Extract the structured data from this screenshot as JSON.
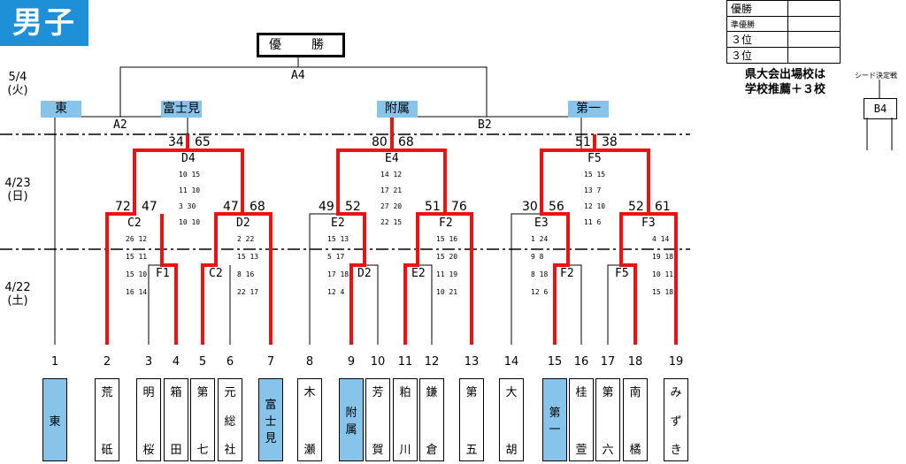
{
  "header": {
    "gender": "男子",
    "champion_label": "優　勝"
  },
  "results_table": {
    "rows": [
      "優勝",
      "準優勝",
      "３位",
      "３位"
    ]
  },
  "note": {
    "line1": "県大会出場校は",
    "line2": "学校推薦＋３校"
  },
  "seed_decision": {
    "label": "シード決定戦",
    "game": "B4"
  },
  "dates": [
    {
      "day": "5/4",
      "weekday": "(火)"
    },
    {
      "day": "4/23",
      "weekday": "(日)"
    },
    {
      "day": "4/22",
      "weekday": "(土)"
    }
  ],
  "seeds": [
    "東",
    "富士見",
    "附属",
    "第一"
  ],
  "games": {
    "A4": "A4",
    "A2": "A2",
    "B2": "B2",
    "D4": "D4",
    "E4": "E4",
    "F5": "F5",
    "C2a": "C2",
    "D2": "D2",
    "E2a": "E2",
    "F2a": "F2",
    "E3": "E3",
    "F3": "F3",
    "F1": "F1",
    "C2b": "C2",
    "D2b": "D2",
    "E2b": "E2",
    "F2b": "F2",
    "F5b": "F5"
  },
  "scores": {
    "d4l": "34",
    "d4r": "65",
    "e4l": "80",
    "e4r": "68",
    "f5l": "51",
    "f5r": "38",
    "c2l": "72",
    "c2r": "47",
    "d2l": "47",
    "d2r": "68",
    "e2l": "49",
    "e2r": "52",
    "f2l": "51",
    "f2r": "76",
    "e3l": "30",
    "e3r": "56",
    "f3l": "52",
    "f3r": "61"
  },
  "periods": {
    "d4": [
      "10 15",
      "11 10",
      "3 30",
      "10 10"
    ],
    "e4": [
      "14 12",
      "17 21",
      "27 20",
      "22 15"
    ],
    "f5": [
      "15 15",
      "13 7",
      "12 10",
      "11 6"
    ],
    "c2": [
      "26 12",
      "15 11",
      "15 10",
      "16 14"
    ],
    "d2": [
      "2 22",
      "15 13",
      "8 16",
      "22 17"
    ],
    "e2": [
      "15 13",
      "5 17",
      "17 18",
      "12 4"
    ],
    "f2": [
      "15 16",
      "15 20",
      "11 19",
      "10 21"
    ],
    "e3": [
      "1 24",
      "9 8",
      "8 18",
      "12 6"
    ],
    "f3": [
      "4 14",
      "19 18",
      "10 11",
      "15 18"
    ]
  },
  "positions": [
    "1",
    "2",
    "3",
    "4",
    "5",
    "6",
    "7",
    "8",
    "9",
    "10",
    "11",
    "12",
    "13",
    "14",
    "15",
    "16",
    "17",
    "18",
    "19"
  ],
  "teams": [
    {
      "top": "東",
      "bottom": ""
    },
    {
      "top": "荒",
      "bottom": "砥"
    },
    {
      "top": "明",
      "bottom": "桜"
    },
    {
      "top": "箱",
      "bottom": "田"
    },
    {
      "top": "第",
      "bottom": "七"
    },
    {
      "top": "元",
      "mid": "総",
      "bottom": "社"
    },
    {
      "top": "富",
      "mid": "士",
      "bottom": "見"
    },
    {
      "top": "木",
      "bottom": "瀬"
    },
    {
      "top": "附",
      "bottom": "属"
    },
    {
      "top": "芳",
      "bottom": "賀"
    },
    {
      "top": "粕",
      "bottom": "川"
    },
    {
      "top": "鎌",
      "bottom": "倉"
    },
    {
      "top": "第",
      "bottom": "五"
    },
    {
      "top": "大",
      "bottom": "胡"
    },
    {
      "top": "第",
      "bottom": "一"
    },
    {
      "top": "桂",
      "bottom": "萱"
    },
    {
      "top": "第",
      "bottom": "六"
    },
    {
      "top": "南",
      "bottom": "橘"
    },
    {
      "top": "み",
      "mid": "ず",
      "bottom": "き"
    }
  ],
  "colors": {
    "winner": "#ee1111",
    "seed": "#87c4ec",
    "badge": "#1e90d8"
  }
}
